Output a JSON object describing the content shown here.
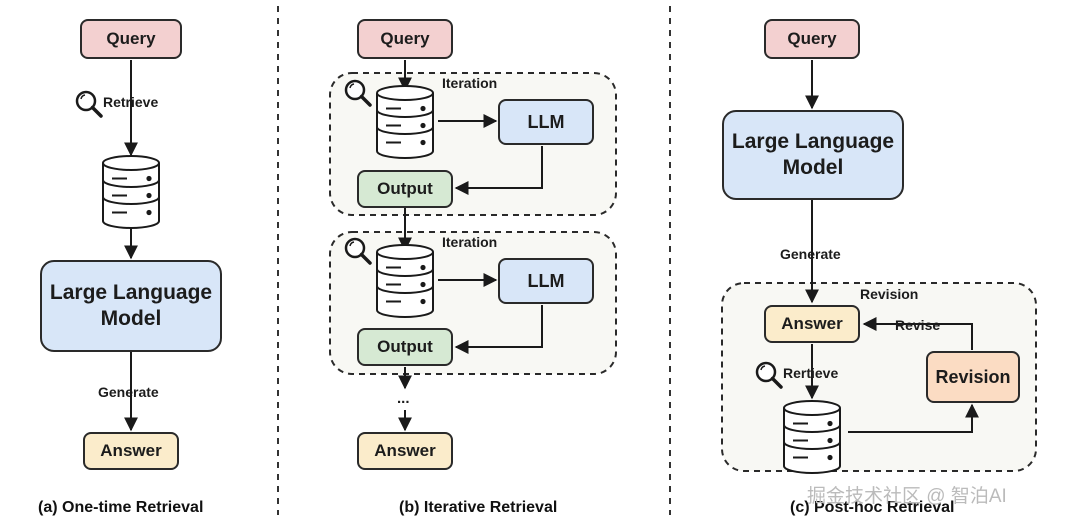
{
  "panel_a": {
    "query": "Query",
    "retrieve": "Retrieve",
    "llm_line1": "Large Language",
    "llm_line2": "Model",
    "generate": "Generate",
    "answer": "Answer",
    "caption": "(a) One-time Retrieval"
  },
  "panel_b": {
    "query": "Query",
    "iteration1": "Iteration",
    "llm1": "LLM",
    "output1": "Output",
    "iteration2": "Iteration",
    "llm2": "LLM",
    "output2": "Output",
    "ellipsis": "...",
    "answer": "Answer",
    "caption": "(b) Iterative Retrieval"
  },
  "panel_c": {
    "query": "Query",
    "llm_line1": "Large Language",
    "llm_line2": "Model",
    "generate": "Generate",
    "revision_group": "Revision",
    "answer": "Answer",
    "revise": "Revise",
    "rertieve": "Rertieve",
    "revision": "Revision",
    "caption": "(c) Post-hoc Retrieval"
  },
  "watermark": "掘金技术社区 @ 智泊AI"
}
